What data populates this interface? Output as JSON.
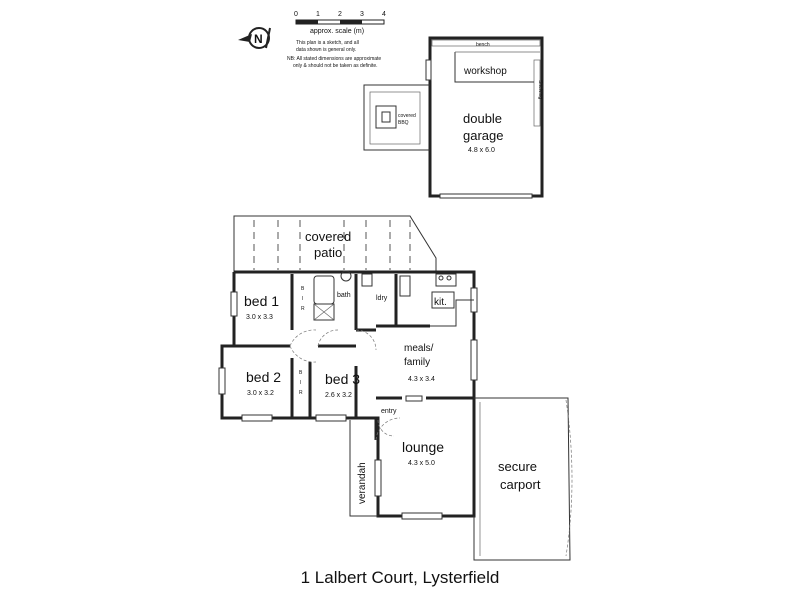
{
  "scale": {
    "ticks": [
      "0",
      "1",
      "2",
      "3",
      "4"
    ],
    "label": "approx. scale (m)",
    "disclaimer": [
      "This plan is a sketch, and all",
      "data shown is general only.",
      "NB: All stated dimensions are approximate",
      "only & should not be taken as definite."
    ]
  },
  "compass": {
    "letter": "N"
  },
  "rooms": {
    "workshop": "workshop",
    "bench": "bench",
    "shelving": "Shelving",
    "double_garage": [
      "double",
      "garage"
    ],
    "double_garage_dims": "4.8 x 6.0",
    "covered_bbq": [
      "covered",
      "BBQ"
    ],
    "covered_patio": [
      "covered",
      "patio"
    ],
    "bed1": "bed 1",
    "bed1_dims": "3.0 x 3.3",
    "bed2": "bed 2",
    "bed2_dims": "3.0 x 3.2",
    "bed3": "bed 3",
    "bed3_dims": "2.6 x 3.2",
    "bath": "bath",
    "ldry": "ldry",
    "kit": "kit.",
    "meals_family": [
      "meals/",
      "family"
    ],
    "meals_family_dims": "4.3 x 3.4",
    "entry": "entry",
    "lounge": "lounge",
    "lounge_dims": "4.3 x 5.0",
    "verandah": "verandah",
    "secure_carport": [
      "secure",
      "carport"
    ],
    "wir_labels": [
      "B",
      "I",
      "R"
    ]
  },
  "address": "1 Lalbert Court, Lysterfield"
}
